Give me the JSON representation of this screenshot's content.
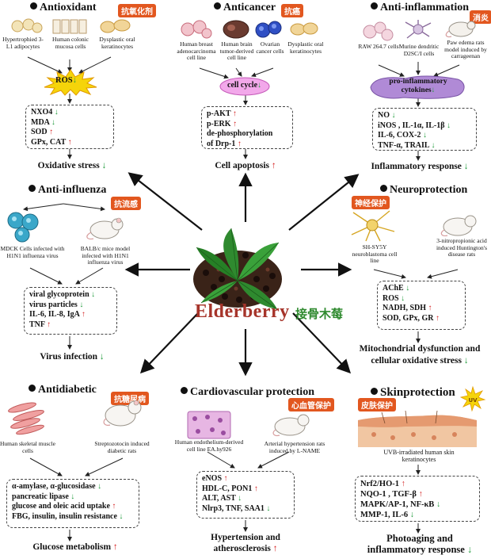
{
  "center": {
    "name": "Elderberry",
    "cn": "接骨木莓"
  },
  "antioxidant": {
    "title": "Antioxidant",
    "cn": "抗氧化剂",
    "cells": [
      "Hypertrophied 3-L1 adipocytes",
      "Human colonic mucosa cells",
      "Dysplastic oral keratinocytes"
    ],
    "hub": "ROS",
    "markers": [
      {
        "text": "NXO4",
        "dir": "down"
      },
      {
        "text": "MDA",
        "dir": "down"
      },
      {
        "text": "SOD",
        "dir": "up"
      },
      {
        "text": "GPx, CAT",
        "dir": "up"
      }
    ],
    "outcome": "Oxidative stress"
  },
  "anticancer": {
    "title": "Anticancer",
    "cn": "抗癌",
    "cells": [
      "Human breast adenocarcinoma cell line",
      "Human brain tumor-derived cell line",
      "Ovarian cancer cells",
      "Dysplastic oral keratinocytes"
    ],
    "hub": "cell cycle",
    "markers": [
      {
        "text": "p-AKT",
        "dir": "up"
      },
      {
        "text": "p-ERK",
        "dir": "up"
      },
      {
        "text": "de-phosphorylation",
        "dir": ""
      },
      {
        "text": "of Drp-1",
        "dir": "up"
      }
    ],
    "outcome": "Cell apoptosis"
  },
  "antiinflammation": {
    "title": "Anti-inflammation",
    "cn": "消炎",
    "cells": [
      "RAW 264.7 cells",
      "Murine dendritic D2SC/I cells",
      "Paw edema rats model induced by carrageenan"
    ],
    "hub": "pro-inflammatory cytokines",
    "markers": [
      {
        "text": "NO",
        "dir": "down"
      },
      {
        "text": "iNOS , IL-1α, IL-1β",
        "dir": "down"
      },
      {
        "text": "IL-6, COX-2",
        "dir": "down"
      },
      {
        "text": "TNF-α, TRAIL",
        "dir": "down"
      }
    ],
    "outcome": "Inflammatory response"
  },
  "antiinfluenza": {
    "title": "Anti-influenza",
    "cn": "抗流感",
    "cells": [
      "MDCK Cells infected with H1N1 influenza virus",
      "BALB/c mice model infected with H1N1 influenza virus"
    ],
    "markers": [
      {
        "text": "viral glycoprotein",
        "dir": "down"
      },
      {
        "text": "virus particles",
        "dir": "down"
      },
      {
        "text": "IL-6, IL-8, IgA",
        "dir": "up"
      },
      {
        "text": "TNF",
        "dir": "up"
      }
    ],
    "outcome": "Virus infection"
  },
  "neuroprotection": {
    "title": "Neuroprotection",
    "cn": "神经保护",
    "cells": [
      "SH-SY5Y neuroblastoma cell line",
      "3-nitropropionic acid induced Huntington's disease rats"
    ],
    "markers": [
      {
        "text": "AChE",
        "dir": "down"
      },
      {
        "text": "ROS",
        "dir": "down"
      },
      {
        "text": "NADH, SDH",
        "dir": "up"
      },
      {
        "text": "SOD, GPx, GR",
        "dir": "up"
      }
    ],
    "outcome": "Mitochondrial dysfunction and",
    "outcome2": "cellular oxidative stress"
  },
  "antidiabetic": {
    "title": "Antidiabetic",
    "cn": "抗糖尿病",
    "cells": [
      "Human skeletal muscle cells",
      "Streptozotocin induced diabetic rats"
    ],
    "markers": [
      {
        "text": "α-amylase, α-glucosidase",
        "dir": "down"
      },
      {
        "text": "pancreatic lipase",
        "dir": "down"
      },
      {
        "text": "glucose and oleic acid uptake",
        "dir": "up"
      },
      {
        "text": "FBG, insulin, insulin resistance",
        "dir": "down"
      }
    ],
    "outcome": "Glucose metabolism"
  },
  "cardio": {
    "title": "Cardiovascular protection",
    "cn": "心血管保护",
    "cells": [
      "Human endothelium-derived cell line EA.hy926",
      "Arterial hypertension rats induced by L-NAME"
    ],
    "markers": [
      {
        "text": "eNOS",
        "dir": "up"
      },
      {
        "text": "HDL-C, PON1",
        "dir": "up"
      },
      {
        "text": "ALT, AST",
        "dir": "down"
      },
      {
        "text": "Nlrp3, TNF, SAA1",
        "dir": "down"
      }
    ],
    "outcome": "Hypertension and",
    "outcome2": "atherosclerosis"
  },
  "skin": {
    "title": "Skinprotection",
    "cn": "皮肤保护",
    "cells": [
      "UVB-irradiated human skin keratinocytes"
    ],
    "markers": [
      {
        "text": "Nrf2/HO-1",
        "dir": "up"
      },
      {
        "text": "NQO-1 , TGF-β",
        "dir": "up"
      },
      {
        "text": "MAPK/AP-1, NF-κB",
        "dir": "down"
      },
      {
        "text": "MMP-1, IL-6",
        "dir": "down"
      }
    ],
    "outcome": "Photoaging and",
    "outcome2": "inflammatory response"
  },
  "colors": {
    "up": "#d42020",
    "down": "#1e9a3a",
    "badge": "#e2571f",
    "center": "#a6342a"
  }
}
